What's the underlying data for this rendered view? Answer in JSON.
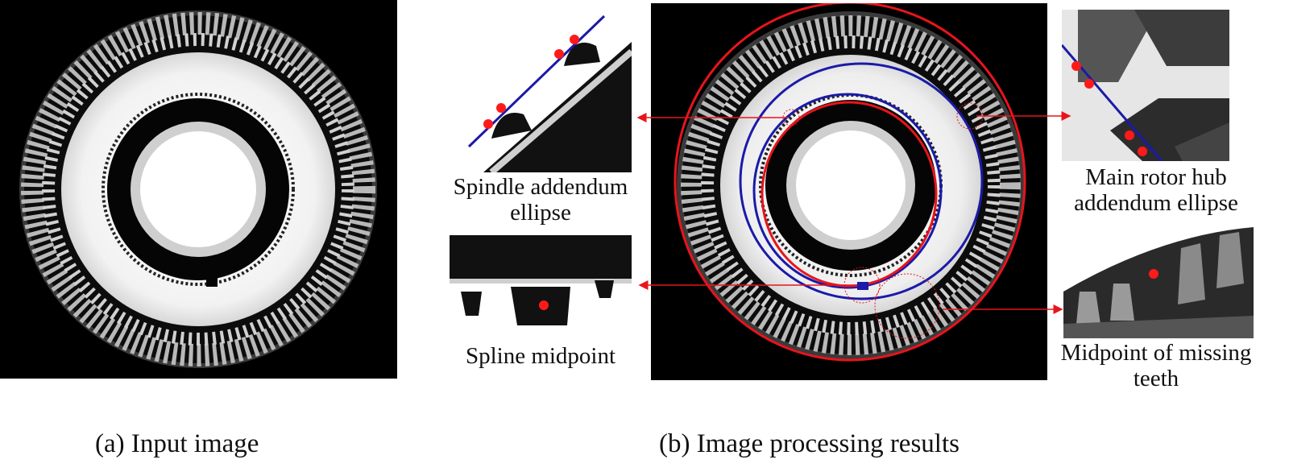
{
  "figure": {
    "panel_a_caption": "(a) Input image",
    "panel_b_caption": "(b) Image processing results"
  },
  "insets": {
    "spindle_label": "Spindle addendum ellipse",
    "spline_label": "Spline midpoint",
    "hub_label": "Main rotor hub addendum ellipse",
    "missing_label": "Midpoint of missing teeth"
  },
  "colors": {
    "fit_ellipse_red": "#e8141c",
    "fit_ellipse_blue": "#1a1aa8",
    "marker_red": "#ff1a1a",
    "background": "#000000"
  }
}
